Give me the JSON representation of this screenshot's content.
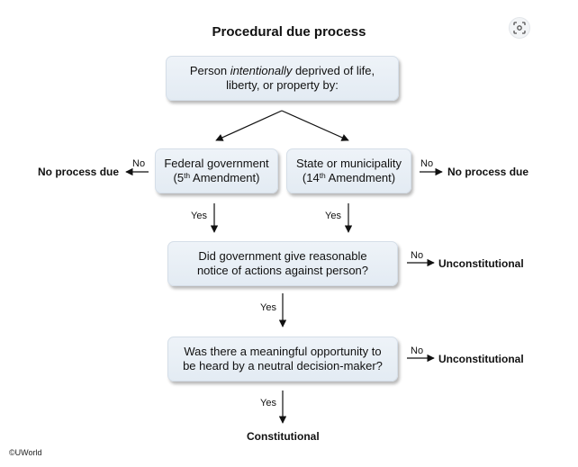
{
  "title": "Procedural due process",
  "top_box": {
    "line1_pre": "Person ",
    "line1_em": "intentionally",
    "line1_post": " deprived of life,",
    "line2": "liberty, or property by:"
  },
  "federal_box": {
    "line1": "Federal government",
    "line2_pre": "(5",
    "line2_sup": "th",
    "line2_post": " Amendment)"
  },
  "state_box": {
    "line1": "State or municipality",
    "line2_pre": "(14",
    "line2_sup": "th",
    "line2_post": " Amendment)"
  },
  "notice_box": {
    "line1": "Did government give reasonable",
    "line2": "notice of actions against person?"
  },
  "hearing_box": {
    "line1": "Was there a meaningful opportunity to",
    "line2": "be heard by a neutral decision-maker?"
  },
  "labels": {
    "no": "No",
    "yes": "Yes",
    "no_process_due": "No process due",
    "unconstitutional": "Unconstitutional",
    "constitutional": "Constitutional"
  },
  "copyright": "©UWorld",
  "icons": {
    "scan_button": "scan-icon"
  }
}
